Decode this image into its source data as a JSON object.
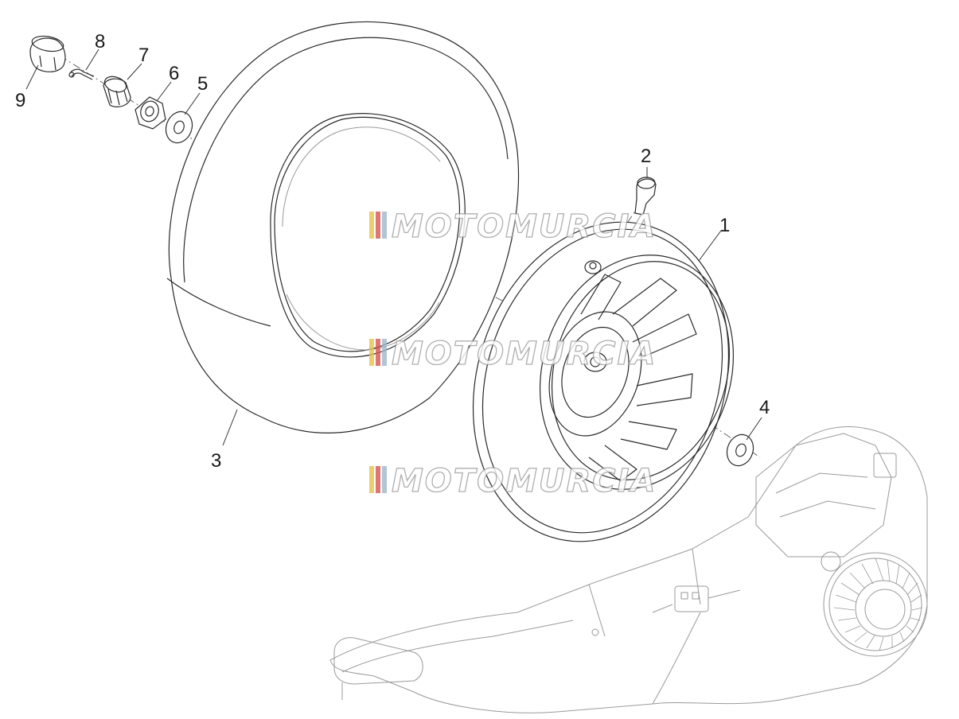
{
  "callouts": [
    "1",
    "2",
    "3",
    "4",
    "5",
    "6",
    "7",
    "8",
    "9"
  ],
  "watermark": {
    "text": "MOTOMURCIA",
    "stripe_colors": [
      "#e8c24a",
      "#d9534f",
      "#9fb7c9"
    ]
  },
  "colors": {
    "line": "#2a2a2a",
    "faint_line": "#9a9a9a",
    "background": "#ffffff"
  }
}
